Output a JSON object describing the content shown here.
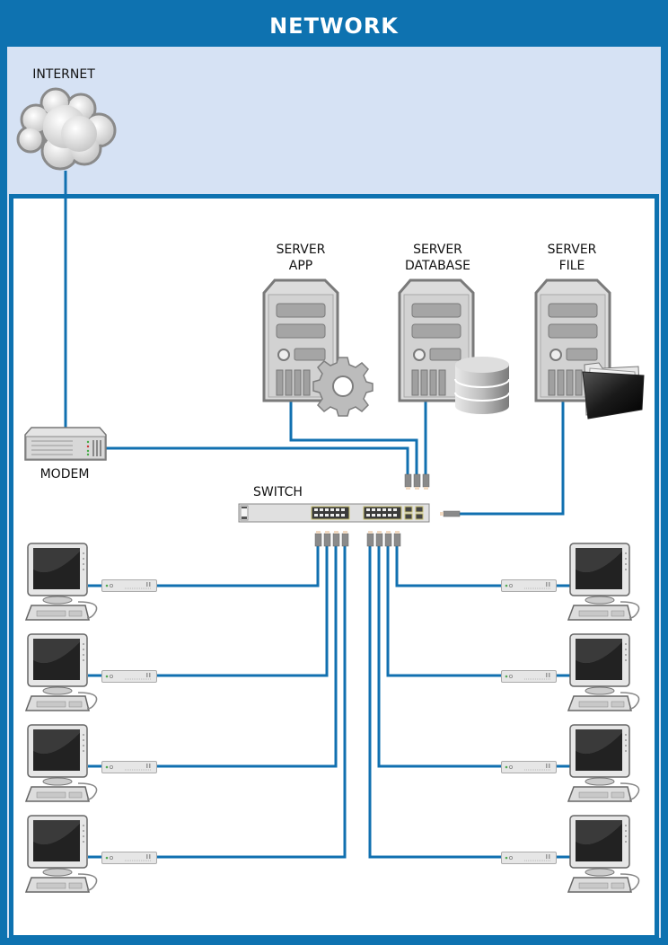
{
  "title": "NETWORK",
  "colors": {
    "frame": "#0e72b0",
    "zone_external": "#d6e2f4",
    "zone_internal": "#ffffff",
    "wire": "#1170b0"
  },
  "zones": [
    {
      "name": "external",
      "contains": [
        "INTERNET"
      ]
    },
    {
      "name": "internal",
      "contains": [
        "MODEM",
        "SERVER APP",
        "SERVER DATABASE",
        "SERVER FILE",
        "SWITCH",
        "WORKSTATIONS"
      ]
    }
  ],
  "nodes": {
    "internet": {
      "label": "INTERNET",
      "icon": "cloud-icon"
    },
    "modem": {
      "label": "MODEM",
      "icon": "modem-icon"
    },
    "server_app": {
      "label_line1": "SERVER",
      "label_line2": "APP",
      "icon": "server-gear-icon"
    },
    "server_database": {
      "label_line1": "SERVER",
      "label_line2": "DATABASE",
      "icon": "server-database-icon"
    },
    "server_file": {
      "label_line1": "SERVER",
      "label_line2": "FILE",
      "icon": "server-folder-icon"
    },
    "switch": {
      "label": "SWITCH",
      "icon": "switch-icon"
    }
  },
  "workstations": {
    "left_count": 4,
    "right_count": 4,
    "icon": "workstation-icon",
    "adapter_icon": "network-adapter-icon"
  },
  "connections": [
    [
      "INTERNET",
      "MODEM"
    ],
    [
      "MODEM",
      "SWITCH"
    ],
    [
      "SERVER APP",
      "SWITCH"
    ],
    [
      "SERVER DATABASE",
      "SWITCH"
    ],
    [
      "SERVER FILE",
      "SWITCH"
    ],
    [
      "SWITCH",
      "WORKSTATION L1"
    ],
    [
      "SWITCH",
      "WORKSTATION L2"
    ],
    [
      "SWITCH",
      "WORKSTATION L3"
    ],
    [
      "SWITCH",
      "WORKSTATION L4"
    ],
    [
      "SWITCH",
      "WORKSTATION R1"
    ],
    [
      "SWITCH",
      "WORKSTATION R2"
    ],
    [
      "SWITCH",
      "WORKSTATION R3"
    ],
    [
      "SWITCH",
      "WORKSTATION R4"
    ]
  ]
}
